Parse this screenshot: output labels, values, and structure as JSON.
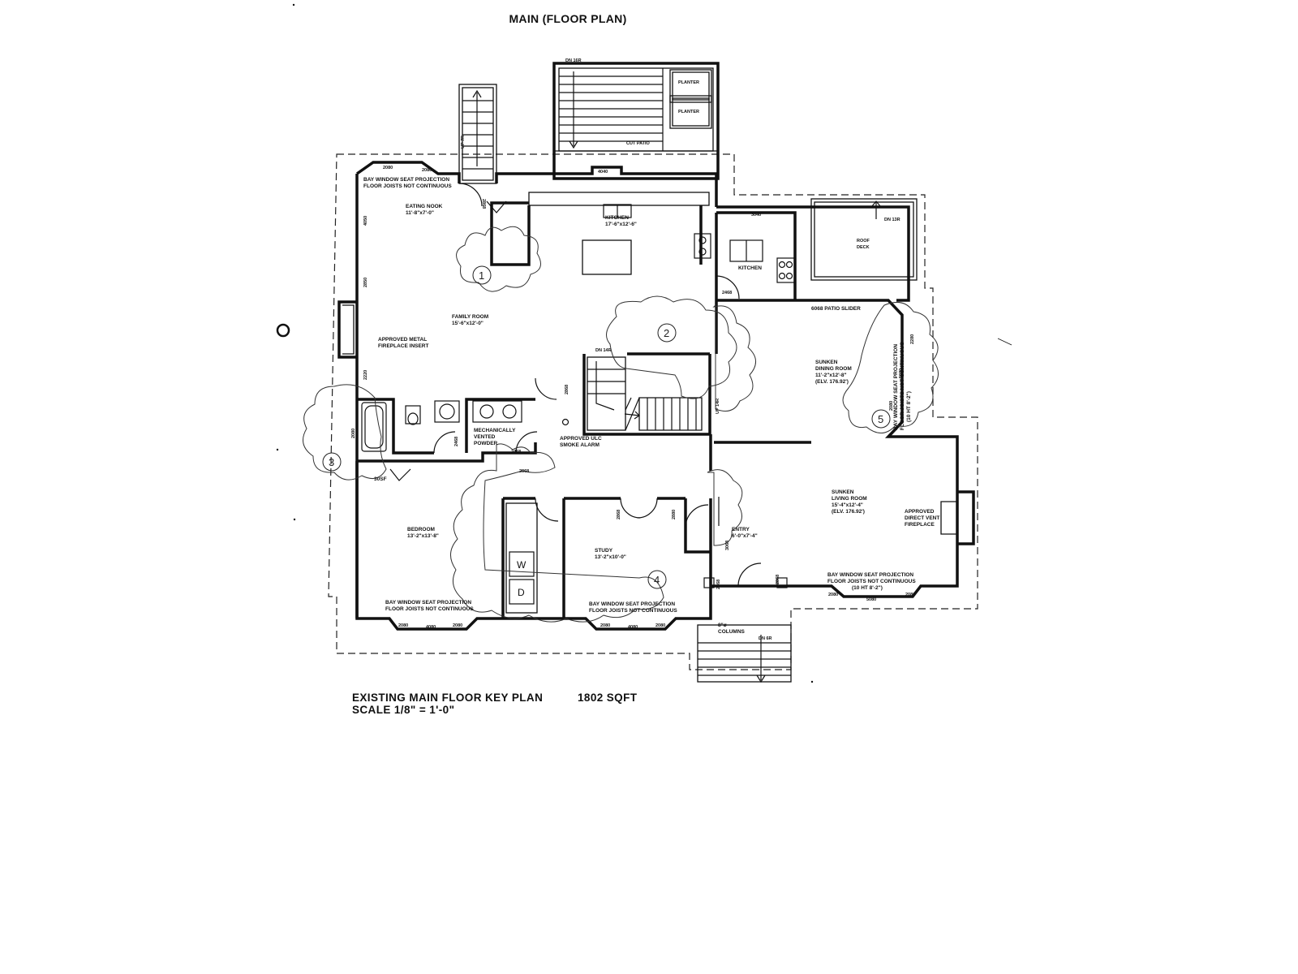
{
  "title": "MAIN (FLOOR PLAN)",
  "caption": {
    "line1": "EXISTING MAIN FLOOR KEY PLAN",
    "line2": "SCALE 1/8\" = 1'-0\"",
    "area": "1802 SQFT"
  },
  "rooms": {
    "eating_nook": "EATING NOOK",
    "eating_nook_size": "11'-8\"x7'-0\"",
    "kitchen": "KITCHEN",
    "kitchen_size": "17'-6\"x12'-6\"",
    "kitchen2": "KITCHEN",
    "family_room": "FAMILY ROOM",
    "family_room_size": "15'-6\"x12'-0\"",
    "dining_room_a": "SUNKEN",
    "dining_room": "DINING ROOM",
    "dining_room_size": "11'-2\"x12'-8\"",
    "dining_room_elv": "(ELV. 176.92')",
    "living_room_a": "SUNKEN",
    "living_room": "LIVING ROOM",
    "living_room_size": "15'-4\"x12'-4\"",
    "living_room_elv": "(ELV. 176.92')",
    "bedroom": "BEDROOM",
    "bedroom_size": "13'-2\"x13'-8\"",
    "study": "STUDY",
    "study_size": "13'-2\"x10'-0\"",
    "entry": "ENTRY",
    "entry_size": "6'-0\"x7'-4\"",
    "powder_1": "MECHANICALLY",
    "powder_2": "VENTED",
    "powder_3": "POWDER",
    "roof_deck_1": "ROOF",
    "roof_deck_2": "DECK",
    "cut_patio": "CUT PATIO",
    "planter_top": "PLANTER",
    "planter_bottom": "PLANTER"
  },
  "notes": {
    "bay_top_1": "BAY WINDOW SEAT PROJECTION",
    "bay_top_2": "FLOOR JOISTS NOT CONTINUOUS",
    "fireplace_left_1": "APPROVED METAL",
    "fireplace_left_2": "FIREPLACE INSERT",
    "smoke_1": "APPROVED ULC",
    "smoke_2": "SMOKE ALARM",
    "fireplace_right_1": "APPROVED",
    "fireplace_right_2": "DIRECT VENT",
    "fireplace_right_3": "FIREPLACE",
    "bay_right_1": "BAY WINDOW SEAT PROJECTION",
    "bay_right_2": "FLOOR JOISTS NOT CONTINUOUS",
    "bay_right_3": "(10 HT 8'-2\")",
    "bay_bottom_right_1": "BAY WINDOW SEAT PROJECTION",
    "bay_bottom_right_2": "FLOOR JOISTS NOT CONTINUOUS",
    "bay_bottom_right_3": "(10 HT 8'-2\")",
    "bay_bed_1": "BAY WINDOW SEAT PROJECTION",
    "bay_bed_2": "FLOOR JOISTS NOT CONTINUOUS",
    "bay_study_1": "BAY WINDOW SEAT PROJECTION",
    "bay_study_2": "FLOOR JOISTS NOT CONTINUOUS",
    "patio_slider": "6068 PATIO SLIDER",
    "columns_1": "8\"ø",
    "columns_2": "COLUMNS",
    "stair_dn_14r": "DN 14R",
    "stair_up_14r": "UP 14R",
    "stair_up_7r": "UP 7R",
    "stair_dn_13r": "DN 13R",
    "stair_dn_16r": "DN 16R",
    "stair_dn_6r": "DN 6R",
    "closet_30sf": "30SF",
    "washer": "W",
    "dryer": "D"
  },
  "dims": {
    "d_2080a": "2080",
    "d_2080b": "2080",
    "d_4040_top": "4040",
    "d_2868": "2868",
    "d_4050": "4050",
    "d_2850": "2850",
    "d_2220": "2220",
    "d_2080_bath": "2080",
    "d_3040": "3040",
    "d_2468a": "2468",
    "d_2468b": "2468",
    "d_2468c": "2468",
    "d_2868b": "2868",
    "d_2868c": "2868",
    "d_2868d": "2868",
    "d_2880": "2880",
    "d_3068": "3068",
    "d_2080_bed1": "2080",
    "d_4080_bed": "4080",
    "d_2080_bed2": "2080",
    "d_2080_st1": "2080",
    "d_4080_st": "4080",
    "d_2080_st2": "2080",
    "d_2080_lr1": "2080",
    "d_5080_lr": "5080",
    "d_2080_lr2": "2080",
    "d_2280_dr": "2280",
    "d_5080_dr": "5080",
    "d_2080_dr": "2080",
    "d_2868e": "2868",
    "d_2868f": "2868"
  },
  "markers": [
    "1",
    "2",
    "3",
    "4",
    "5"
  ]
}
